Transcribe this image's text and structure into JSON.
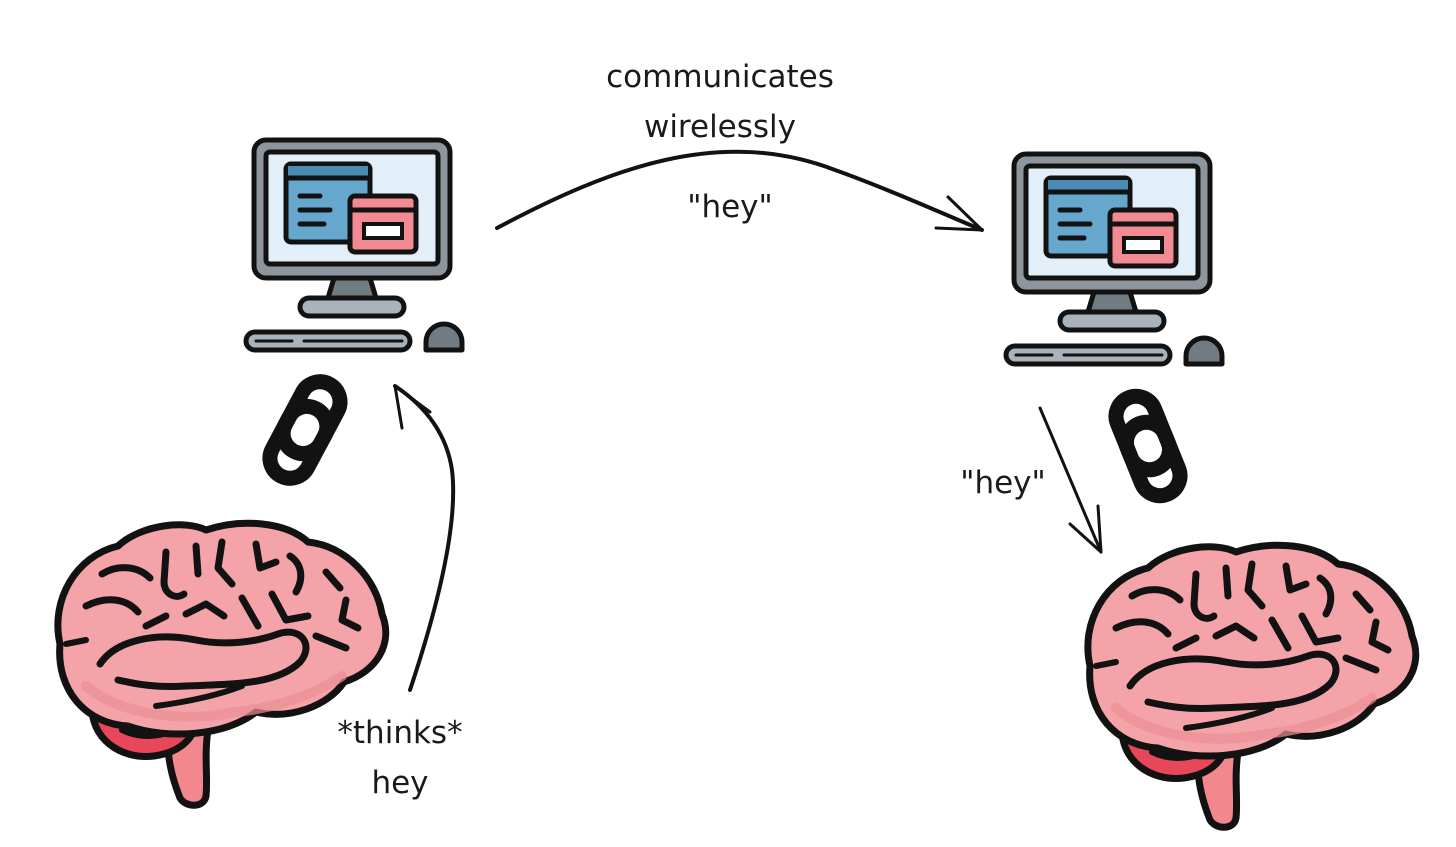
{
  "labels": {
    "communicates": [
      "communicates",
      "wirelessly"
    ],
    "hey_top": "\"hey\"",
    "hey_right": "\"hey\"",
    "thinks": [
      "*thinks*",
      "hey"
    ]
  },
  "colors": {
    "outline": "#121212",
    "monitor_frame": "#8d969e",
    "screen": "#e3eff8",
    "window_blue": "#66a7cd",
    "window_pink": "#f28a93",
    "stand": "#8d969e",
    "keyboard": "#a9b3bb",
    "mouse": "#717b84",
    "brain": "#f4a4a8",
    "brain_shade": "#ea8e94",
    "brainstem": "#e8475a"
  }
}
